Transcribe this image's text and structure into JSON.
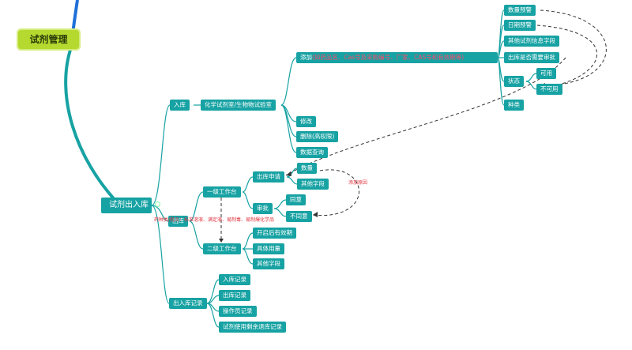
{
  "root": "试剂管理",
  "main": "试剂出入库",
  "inbound": {
    "label": "入库",
    "lab": "化学试剂室/生物物试验室",
    "add_prefix": "添加",
    "add_note": "(如药品名、Cas号及采购编号、厂家、CAS号和有效期等)",
    "ops": [
      "修改",
      "删除(高权限)",
      "数据查询"
    ]
  },
  "fields": [
    "数量预警",
    "日期预警",
    "其他试剂信息字段",
    "出库是否需要审批",
    "状态",
    "种类"
  ],
  "status_options": [
    "可用",
    "不可用"
  ],
  "outbound": {
    "label": "出库",
    "tier1": "一级工作台",
    "tier2": "二级工作台",
    "apply": "出库申请",
    "apply_fields": [
      "数量",
      "其他字段"
    ],
    "approve": "审批",
    "approve_options": [
      "同意",
      "不同意"
    ],
    "add_reason": "添加原因",
    "tier2_fields": [
      "开启后有效期",
      "具体用量",
      "其他字段"
    ],
    "note": "药种类/批次：标准溶液、满定液、易制毒、易制爆化学品"
  },
  "records": {
    "label": "出入库记录",
    "items": [
      "入库记录",
      "出库记录",
      "操作员记录",
      "试剂使用剩余退库记录"
    ]
  },
  "colors": {
    "node": "#17a2a3",
    "root": "#b5d92e",
    "line": "#17a2a3",
    "note": "#e0353f"
  }
}
